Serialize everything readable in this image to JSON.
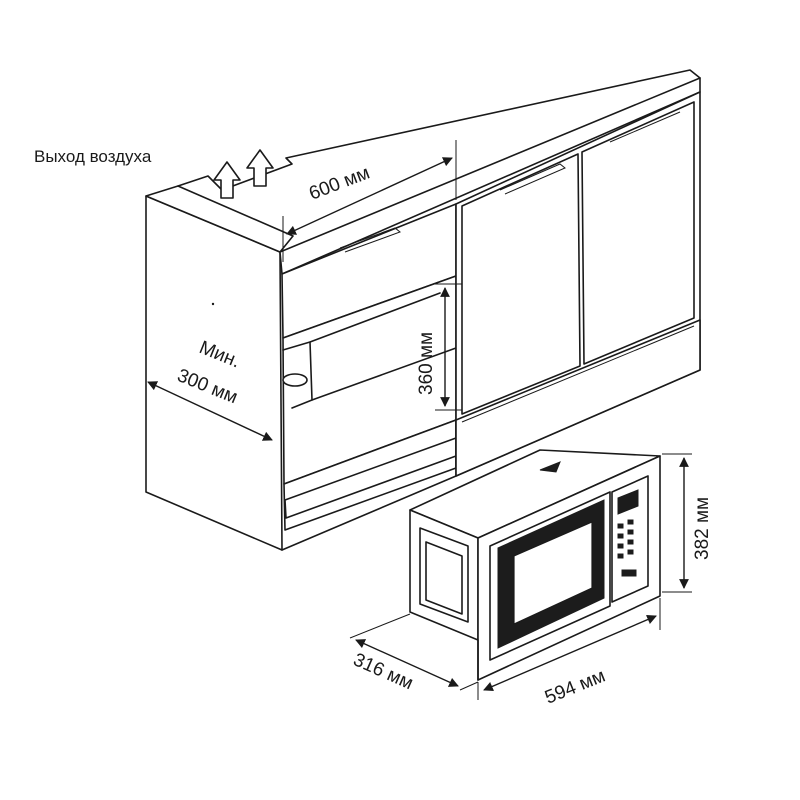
{
  "labels": {
    "air_outlet": "Выход воздуха",
    "width_niche": "600 мм",
    "min_line1": "Мин.",
    "min_line2": "300 мм",
    "height_niche": "360 мм",
    "oven_height": "382 мм",
    "oven_depth": "316 мм",
    "oven_width": "594 мм"
  },
  "colors": {
    "line": "#1a1a1a",
    "background": "#ffffff",
    "door_glass": "#1c1c1c"
  }
}
